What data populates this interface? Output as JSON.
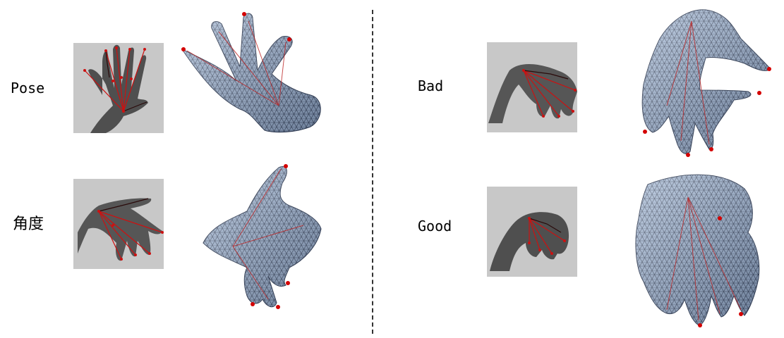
{
  "labels": {
    "pose": "Pose",
    "angle": "角度",
    "bad": "Bad",
    "good": "Good"
  },
  "colors": {
    "depth_bg": "#c8c8c8",
    "hand_dark": "#3a3a3a",
    "skeleton_red": "#cc1111",
    "skeleton_dark": "#2a0a0a",
    "mesh_fill": "#8ea6c6",
    "mesh_line": "#2e3a52",
    "joint_red": "#d40000"
  },
  "icons": [
    "depth-image",
    "hand-skeleton",
    "hand-mesh"
  ]
}
